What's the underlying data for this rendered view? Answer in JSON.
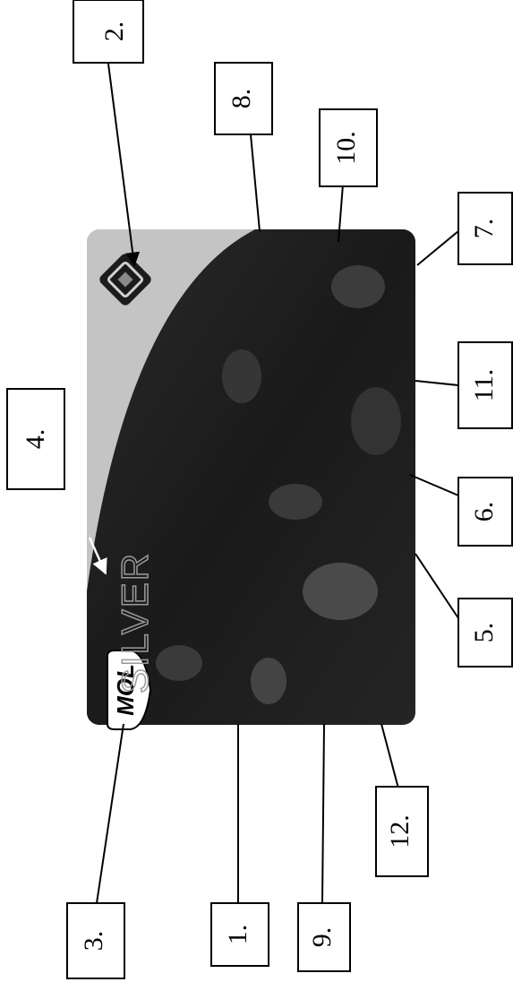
{
  "card": {
    "brand": "MOL",
    "tier": "SILVER"
  },
  "labels": [
    {
      "id": "1",
      "text": "1."
    },
    {
      "id": "2",
      "text": "2."
    },
    {
      "id": "3",
      "text": "3."
    },
    {
      "id": "4",
      "text": "4."
    },
    {
      "id": "5",
      "text": "5."
    },
    {
      "id": "6",
      "text": "6."
    },
    {
      "id": "7",
      "text": "7."
    },
    {
      "id": "8",
      "text": "8."
    },
    {
      "id": "9",
      "text": "9."
    },
    {
      "id": "10",
      "text": "10."
    },
    {
      "id": "11",
      "text": "11."
    },
    {
      "id": "12",
      "text": "12."
    }
  ]
}
